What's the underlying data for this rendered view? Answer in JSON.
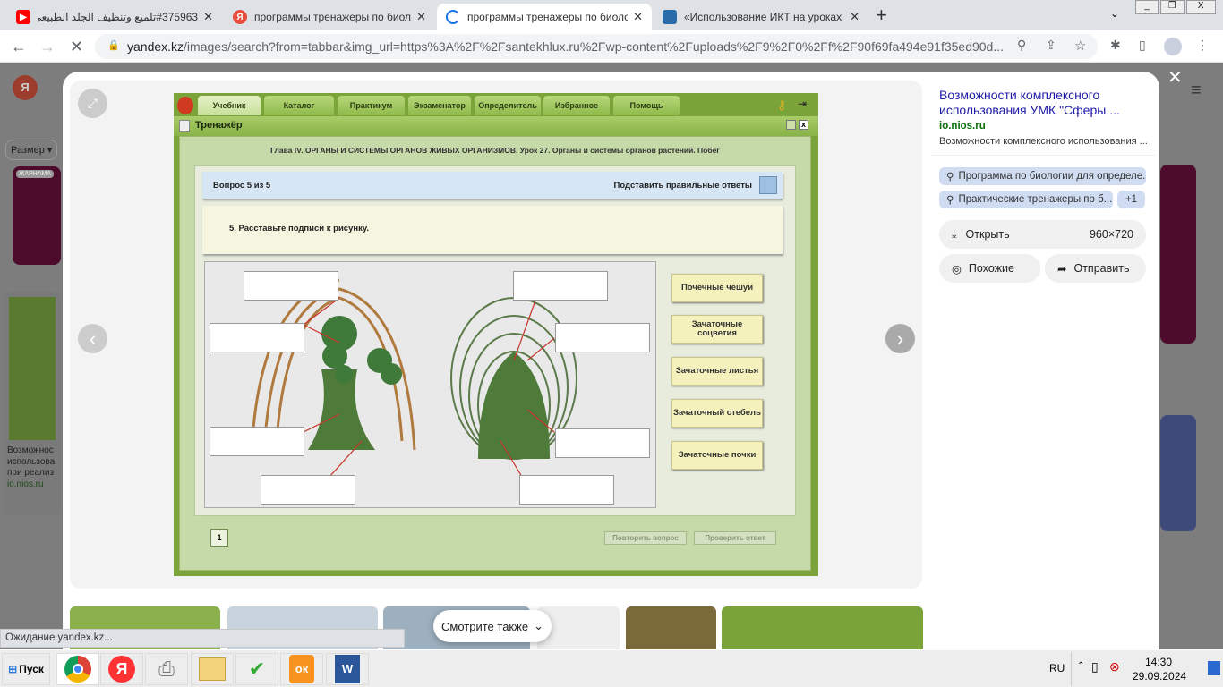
{
  "browser": {
    "tabs": [
      {
        "title": "#375963تلميع وتنظيف الجلد الطبيعي",
        "icon": "youtube-icon"
      },
      {
        "title": "программы тренажеры по биологи",
        "icon": "yandex-icon"
      },
      {
        "title": "программы тренажеры по биологи",
        "icon": "loading-icon"
      },
      {
        "title": "«Использование ИКТ на уроках хи",
        "icon": "book-icon"
      }
    ],
    "close": "✕",
    "new_tab": "+",
    "url_domain": "yandex.kz",
    "url_rest": "/images/search?from=tabbar&img_url=https%3A%2F%2Fsantekhlux.ru%2Fwp-content%2Fuploads%2F9%2F0%2Ff%2F90f69fa494e91f35ed90d...",
    "status": "Ожидание yandex.kz..."
  },
  "background": {
    "size_filter": "Размер",
    "ad_badge": "ЖАРНАМА",
    "card_text": "Возможнос использова при реализ",
    "card_source": "io.nios.ru"
  },
  "trainer": {
    "tabs": [
      "Учебник",
      "Каталог",
      "Практикум",
      "Экзаменатор",
      "Определитель",
      "Избранное",
      "Помощь"
    ],
    "window_title": "Тренажёр",
    "chapter": "Глава IV. ОРГАНЫ И СИСТЕМЫ ОРГАНОВ ЖИВЫХ ОРГАНИЗМОВ. Урок 27. Органы и системы органов растений. Побег",
    "question_counter": "Вопрос 5 из 5",
    "show_answers": "Подставить правильные ответы",
    "task": "5. Расставьте подписи к рисунку.",
    "labels": [
      "Почечные чешуи",
      "Зачаточные соцветия",
      "Зачаточные листья",
      "Зачаточный стебель",
      "Зачаточные почки"
    ],
    "page_badge": "1",
    "repeat": "Повторить вопрос",
    "check": "Проверить ответ"
  },
  "panel": {
    "title": "Возможности комплексного использования УМК \"Сферы....",
    "source": "io.nios.ru",
    "snippet": "Возможности комплексного использования ...",
    "chips": [
      "Программа по биологии для определе...",
      "Практические тренажеры по б...",
      "+1"
    ],
    "open": "Открыть",
    "size": "960×720",
    "similar": "Похожие",
    "share": "Отправить"
  },
  "see_also": "Смотрите также",
  "taskbar": {
    "start": "Пуск",
    "lang": "RU",
    "time": "14:30",
    "date": "29.09.2024"
  }
}
